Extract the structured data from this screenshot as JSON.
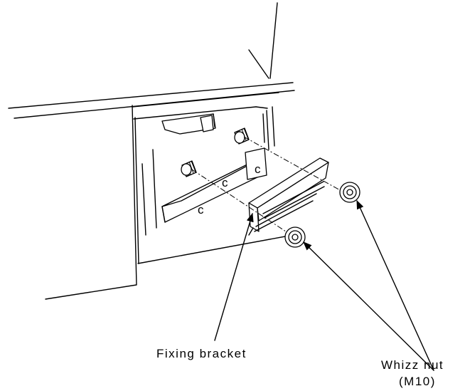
{
  "labels": {
    "fixing_bracket": "Fixing bracket",
    "whizz_nut_line1": "Whizz nut",
    "whizz_nut_line2": "(M10)"
  }
}
